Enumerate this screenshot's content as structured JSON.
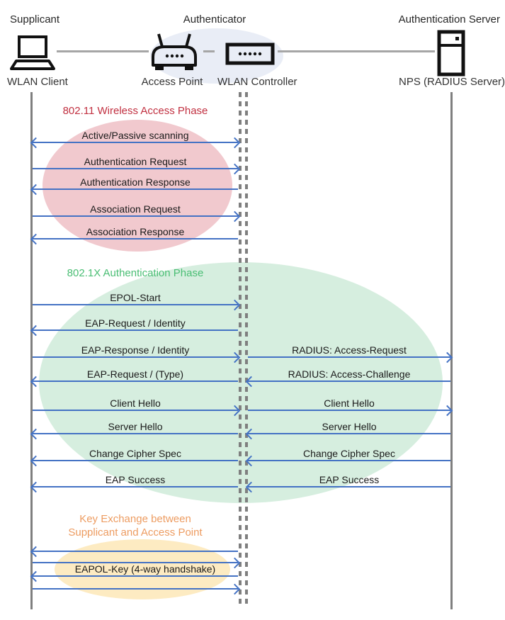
{
  "header": {
    "roles": [
      {
        "label": "Supplicant"
      },
      {
        "label": "Authenticator"
      },
      {
        "label": "Authentication Server"
      }
    ],
    "nodes": [
      {
        "label": "WLAN Client",
        "icon": "laptop-icon"
      },
      {
        "label": "Access Point",
        "icon": "access-point-icon"
      },
      {
        "label": "WLAN Controller",
        "icon": "wlan-controller-icon"
      },
      {
        "label": "NPS (RADIUS Server)",
        "icon": "server-icon"
      }
    ]
  },
  "phases": {
    "wireless": {
      "title": "802.11 Wireless Access Phase",
      "color": "#C13040",
      "ellipse_color": "#F1C9CE"
    },
    "auth": {
      "title": "802.1X Authentication Phase",
      "color": "#4ABE74",
      "ellipse_color": "#D6EEDF"
    },
    "key_exchange": {
      "title_line1": "Key Exchange between",
      "title_line2": "Supplicant and Access Point",
      "color": "#ED9C61",
      "ellipse_color": "#FDEBC2"
    }
  },
  "messages": {
    "client_controller": [
      {
        "label": "Active/Passive scanning",
        "direction": "both"
      },
      {
        "label": "Authentication Request",
        "direction": "right"
      },
      {
        "label": "Authentication Response",
        "direction": "left"
      },
      {
        "label": "Association Request",
        "direction": "right"
      },
      {
        "label": "Association Response",
        "direction": "left"
      },
      {
        "label": "EPOL-Start",
        "direction": "right"
      },
      {
        "label": "EAP-Request / Identity",
        "direction": "left"
      },
      {
        "label": "EAP-Response / Identity",
        "direction": "right"
      },
      {
        "label": "EAP-Request / (Type)",
        "direction": "left"
      },
      {
        "label": "Client Hello",
        "direction": "right"
      },
      {
        "label": "Server Hello",
        "direction": "left"
      },
      {
        "label": "Change Cipher Spec",
        "direction": "left"
      },
      {
        "label": "EAP Success",
        "direction": "left"
      }
    ],
    "controller_server": [
      {
        "label": "RADIUS: Access-Request",
        "direction": "right"
      },
      {
        "label": "RADIUS: Access-Challenge",
        "direction": "left"
      },
      {
        "label": "Client Hello",
        "direction": "right"
      },
      {
        "label": "Server Hello",
        "direction": "left"
      },
      {
        "label": "Change Cipher Spec",
        "direction": "left"
      },
      {
        "label": "EAP Success",
        "direction": "left"
      }
    ],
    "key_exchange": {
      "label": "EAPOL-Key (4-way handshake)",
      "arrows": [
        "left",
        "right",
        "left",
        "right"
      ]
    }
  },
  "colors": {
    "arrow_blue": "#4472C4",
    "lifeline_gray": "#7F7F7F",
    "connector_gray": "#A6A6A6",
    "authenticator_ellipse": "#E9EDF6"
  }
}
